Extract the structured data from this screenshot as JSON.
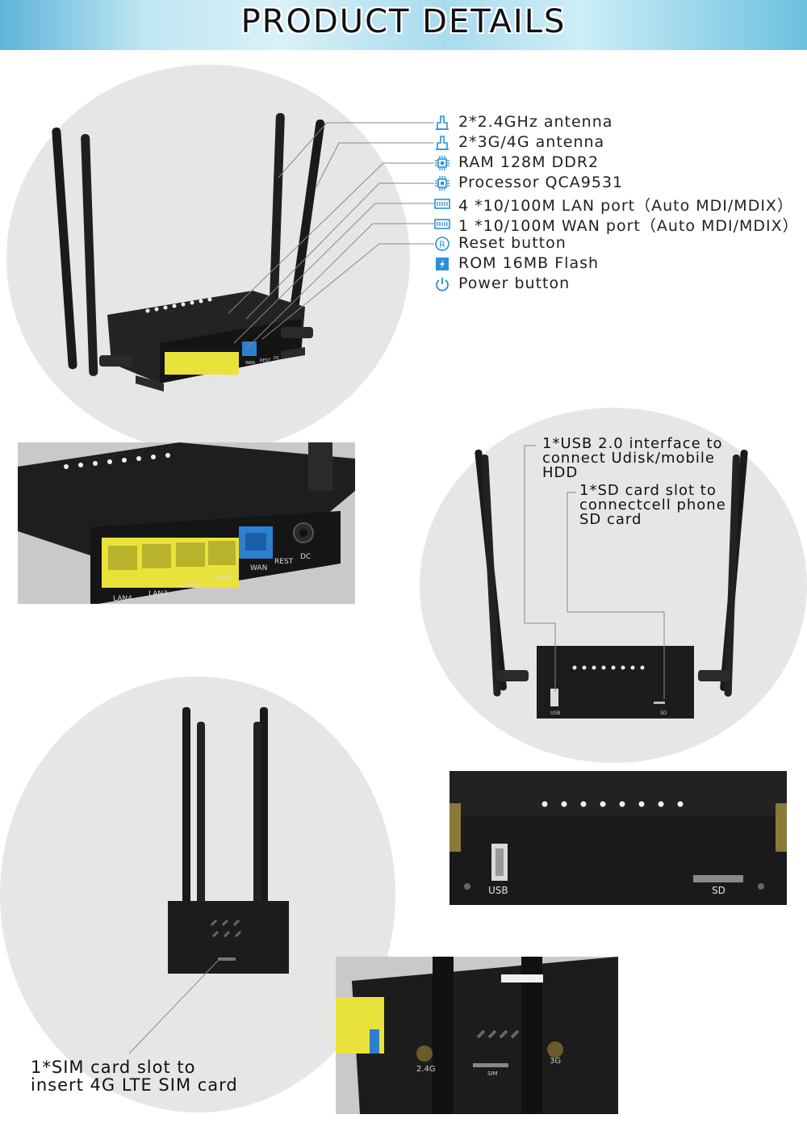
{
  "header": {
    "title": "PRODUCT DETAILS"
  },
  "specs": [
    {
      "icon": "antenna-icon",
      "text": "2*2.4GHz antenna"
    },
    {
      "icon": "antenna-icon",
      "text": "2*3G/4G antenna"
    },
    {
      "icon": "chip-icon",
      "text": "RAM 128M DDR2"
    },
    {
      "icon": "chip-icon",
      "text": "Processor QCA9531"
    },
    {
      "icon": "ethernet-port-icon",
      "text": "4 *10/100M LAN port（Auto MDI/MDIX）"
    },
    {
      "icon": "ethernet-port-icon",
      "text": "1 *10/100M WAN port（Auto MDI/MDIX）"
    },
    {
      "icon": "reset-icon",
      "text": "Reset button"
    },
    {
      "icon": "flash-icon",
      "text": "ROM 16MB Flash"
    },
    {
      "icon": "power-icon",
      "text": "Power button"
    }
  ],
  "router_ports": {
    "lan": [
      "LAN4",
      "LAN3",
      "LAN2",
      "LAN1"
    ],
    "wan": "WAN",
    "reset": "REST",
    "dc": "DC"
  },
  "side_panel": {
    "usb": "USB",
    "sd": "SD"
  },
  "rear_panel": {
    "sim": "SIM",
    "ant_left": "2.4G",
    "ant_right": "3G"
  },
  "callouts": {
    "usb": [
      "1*USB 2.0 interface to",
      "connect Udisk/mobile",
      "HDD"
    ],
    "sd": [
      "1*SD card slot to",
      "connectcell phone",
      "SD card"
    ],
    "sim": [
      "1*SIM card slot to",
      "insert 4G LTE SIM card"
    ]
  },
  "colors": {
    "icon_blue": "#2a8fd6",
    "port_yellow": "#e8e23a",
    "wan_blue": "#2f7fd0",
    "router_black": "#1c1c1c"
  }
}
